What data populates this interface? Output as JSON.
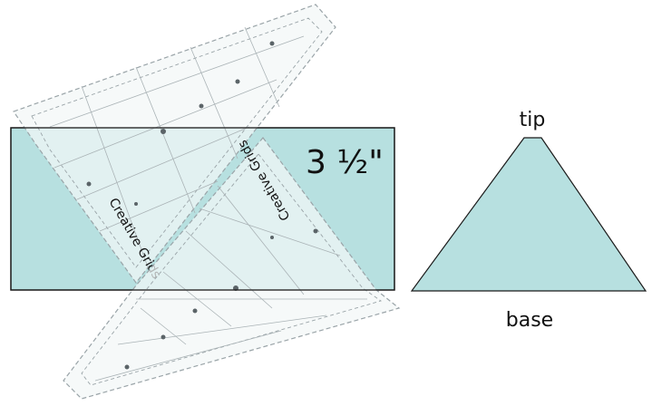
{
  "strip": {
    "measurement_label": "3 ½\"",
    "fill_color": "#b7e0e0",
    "outline_color": "#1a1a1a"
  },
  "ruler": {
    "brand_text": "Creative Grids",
    "panel_color": "#f2f6f6",
    "line_color": "#9aa4a8"
  },
  "triangle": {
    "tip_label": "tip",
    "base_label": "base",
    "fill_color": "#b7e0e0"
  }
}
